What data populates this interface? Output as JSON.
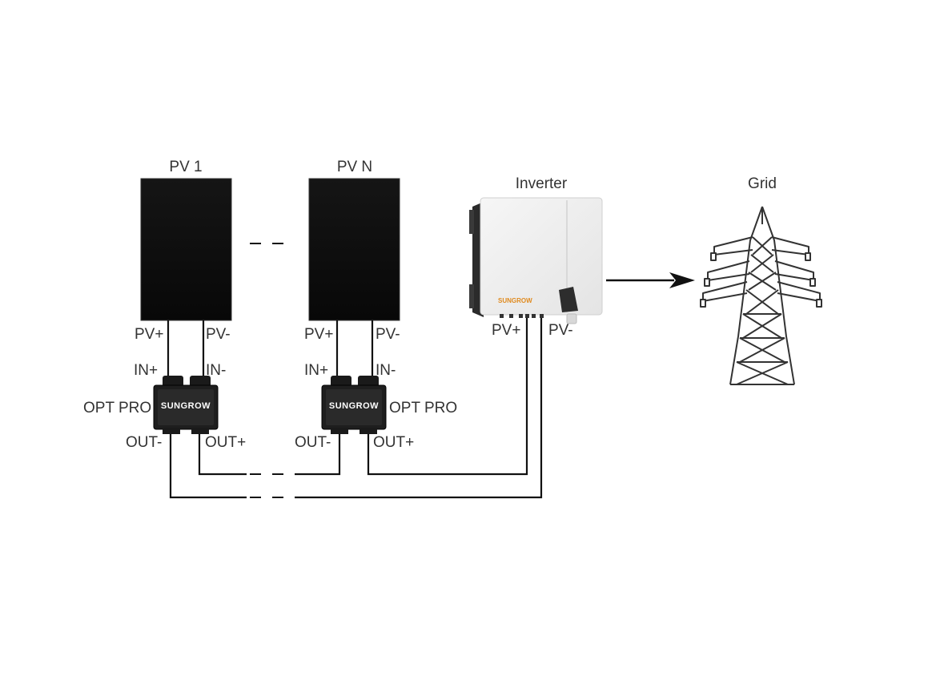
{
  "pv1": {
    "title": "PV 1",
    "pv_plus": "PV+",
    "pv_minus": "PV-"
  },
  "pvn": {
    "title": "PV N",
    "pv_plus": "PV+",
    "pv_minus": "PV-"
  },
  "opt1": {
    "label": "OPT PRO",
    "in_plus": "IN+",
    "in_minus": "IN-",
    "out_minus": "OUT-",
    "out_plus": "OUT+",
    "logo": "SUNGROW"
  },
  "optn": {
    "label": "OPT PRO",
    "in_plus": "IN+",
    "in_minus": "IN-",
    "out_minus": "OUT-",
    "out_plus": "OUT+",
    "logo": "SUNGROW"
  },
  "inverter": {
    "title": "Inverter",
    "pv_plus": "PV+",
    "pv_minus": "PV-",
    "logo": "SUNGROW"
  },
  "grid": {
    "title": "Grid"
  },
  "colors": {
    "panel": "#0d0d0d",
    "wire": "#111111",
    "inverter_body": "#eeeeee",
    "brand_orange": "#e08a1e"
  }
}
